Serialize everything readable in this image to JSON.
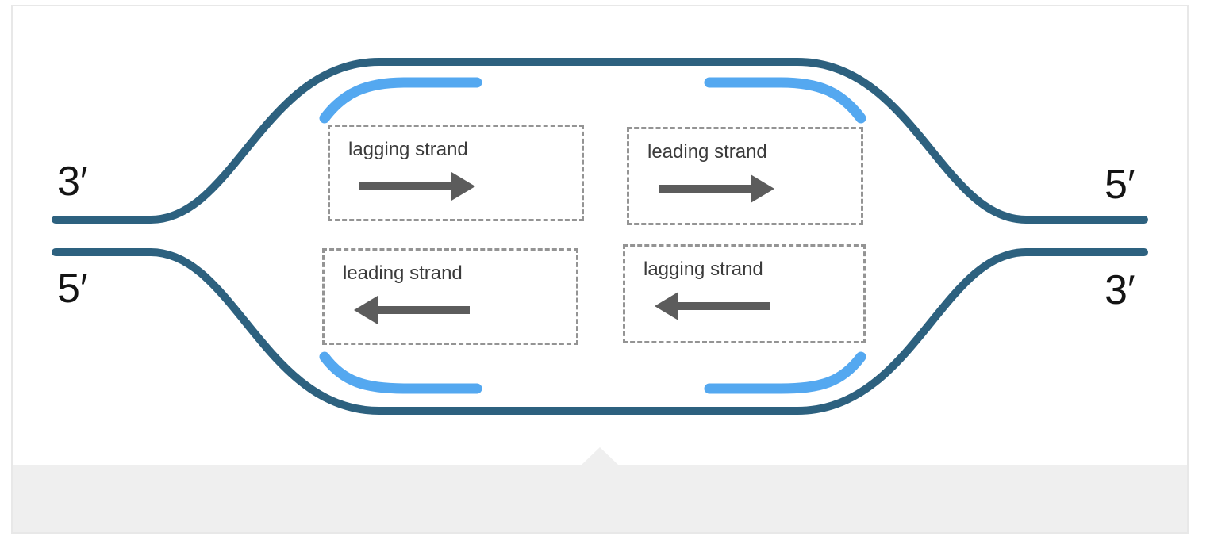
{
  "colors": {
    "parental_strand": "#2d617f",
    "new_strand": "#54a8f0",
    "arrow": "#5c5c5c",
    "box_border": "#949494",
    "label_text": "#3b3b3b",
    "end_label": "#141414",
    "footer_bg": "#efefef",
    "frame_border": "#e8e8e8"
  },
  "end_labels": {
    "top_left": "3′",
    "bottom_left": "5′",
    "top_right": "5′",
    "bottom_right": "3′"
  },
  "boxes": [
    {
      "label": "lagging strand",
      "arrow_direction": "right"
    },
    {
      "label": "leading strand",
      "arrow_direction": "right"
    },
    {
      "label": "leading strand",
      "arrow_direction": "left"
    },
    {
      "label": "lagging strand",
      "arrow_direction": "left"
    }
  ],
  "graphics": {
    "parental_strands": [
      "parental-strand-top",
      "parental-strand-bottom"
    ],
    "new_strands": [
      "new-strand-top-left",
      "new-strand-top-right",
      "new-strand-bottom-left",
      "new-strand-bottom-right"
    ],
    "footer_icon": "caret-up-notch-icon"
  }
}
